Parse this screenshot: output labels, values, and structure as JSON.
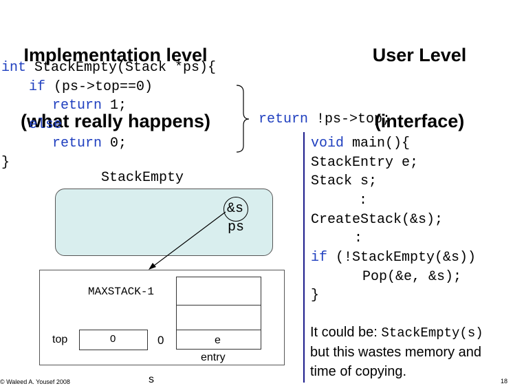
{
  "titles": {
    "impl_line1": "Implementation level",
    "impl_line2": "(what really happens)",
    "user_line1": "User Level",
    "user_line2": "(interface)"
  },
  "impl_code": {
    "l1_kw": "int",
    "l1_rest": " StackEmpty(Stack *ps){",
    "l2_kw": "if",
    "l2_rest": " (ps->top==0)",
    "l3_kw": "return",
    "l3_rest": " 1;",
    "l4_kw": "else",
    "l5_kw": "return",
    "l5_rest": " 0;",
    "l6": "}"
  },
  "user_return": {
    "kw": "return",
    "rest": " !ps->top;"
  },
  "main_code": {
    "l1_kw": "void",
    "l1_rest": " main(){",
    "l2": "StackEntry e;",
    "l3": "Stack s;",
    "l4": ":",
    "l5": "CreateStack(&s);",
    "l6": ":",
    "l7_kw": "if",
    "l7_rest": " (!StackEmpty(&s))",
    "l8": "Pop(&e, &s);",
    "l9": "}"
  },
  "note": {
    "prefix": "It could be: ",
    "code": "StackEmpty(s)",
    "line2": "but this wastes memory and",
    "line3": "time of copying."
  },
  "diagram": {
    "frame_label": "StackEmpty",
    "ptr_value": "&s",
    "ptr_name": "ps",
    "maxstack_label": "MAXSTACK-1",
    "top_label": "top",
    "top_value": "0",
    "index_zero": "0",
    "entry_value": "e",
    "entry_label": "entry",
    "struct_name": "s"
  },
  "footer": {
    "copyright": "© Waleed A. Yousef 2008",
    "page": "18"
  },
  "colors": {
    "keyword": "#1f3fbf",
    "frame_fill": "#d9eeee",
    "divider": "#1c1c8c"
  }
}
